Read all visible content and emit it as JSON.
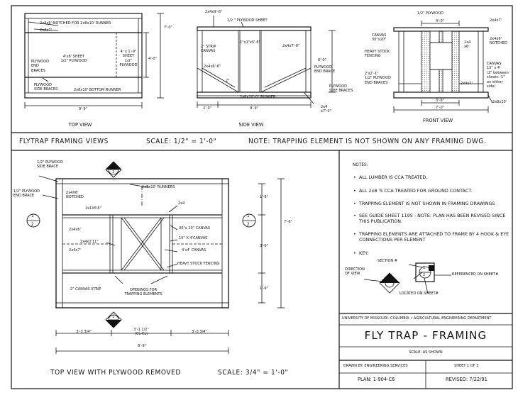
{
  "top_panel": {
    "top_view": {
      "caption": "TOP VIEW",
      "labels": {
        "notched": "2x4x6'-NOTCHED FOR 2x8x10' RUNNER",
        "two_by_four": "2x4x7'",
        "sheet_left": "4'x8' SHEET\n1/2\" PLYWOOD",
        "sheet_right": "4' x 1'-9\"\nSHEET\n1/2\"\nPLYWOOD",
        "end_braces": "PLYWOOD\nEND\nBRACES",
        "side_braces": "PLYWOOD\nSIDE BRACES",
        "runner": "2x8x10' BOTTOM RUNNER"
      },
      "dims": {
        "height": "7'-0\"",
        "inner": "4'-0\"",
        "width": "9'-9\""
      }
    },
    "side_view": {
      "caption": "SIDE VIEW",
      "labels": {
        "top_2x4": "2x4x9'-6\"",
        "plywood_sheet": "1/2 \" PLYWOOD SHEET",
        "strip_canvas": "2\" STRIP\nCANVAS",
        "one_by_one": "1\"x1\"x5'-6\"",
        "two_by_four_7": "2x4x7'-0\"",
        "two_by_four_6": "2x4x6'-6\"",
        "six_foot": "6'-0\"",
        "end_brace": "PLYWOOD\nEND BRACE",
        "side_braces": "PLYWOOD\nSIDE BRACES",
        "two_inch": "2\"",
        "runner": "2x8x10'-0\" RUNNER",
        "two_by_four_bottom": "2x4\nx7'-0\""
      },
      "dims": {
        "left": "2'-0\"",
        "width": "9'-9\""
      }
    },
    "front_view": {
      "caption": "FRONT VIEW",
      "labels": {
        "plywood": "1/2\" PLYWOOD",
        "four_ft": "4'-0\"",
        "canvas": "CANVAS\n30\"x20\"",
        "heavy_stock": "HEAVY STOCK\nFENCING",
        "two_by_two": "2'x2'-1\"\n1/2\" PLYWOOD\nEND BRACES",
        "two_by_four_7": "2x4x7'",
        "notched": "2x4x6'\nNOTCHED",
        "two_by_four_6": "2x4\nx6'",
        "canvas_15": "CANVAS\n15\" x 4'\n(2\" between\nsheets -1\"\non either\nside)",
        "two_by_four_bottom": "2x4x7'",
        "runner": "2x8x10'"
      },
      "dims": {
        "inner": "3'-6\"",
        "width": "7'-0\""
      }
    }
  },
  "band": {
    "title": "FLYTRAP FRAMING VIEWS",
    "scale": "SCALE: 1/2\" = 1'-0\"",
    "note": "NOTE: TRAPPING ELEMENT IS NOT SHOWN ON ANY FRAMING DWG."
  },
  "plan": {
    "caption": "TOP VIEW WITH PLYWOOD REMOVED",
    "scale": "SCALE: 3/4\" = 1'-0\"",
    "labels": {
      "side_brace": "1/2\" PLYWOOD\nSIDE BRACE",
      "end_brace": "1/2\" PLYWOOD\nEND BRACE",
      "notched": "2x4X6'\nNOTCHED",
      "runners": "2x8x10' RUNNERS",
      "two_by_four": "2x4",
      "one_by_one": "1x1X5'6\"",
      "two_by_six": "2x4x6'",
      "canvas_30": "30\"x 20\" CANVAS",
      "two_by_two": "2x4x2'11\"",
      "canvas_15": "15\" X 4'CANVAS",
      "two_by_seven": "2x4x7'",
      "canvas_4": "4'x4' CANVAS",
      "heavy_fencing": "HEAVY STOCK FENCING",
      "strip": "2\" CANVAS STRIP",
      "openings": "OPENINGS FOR\nTRAPPING ELEMENTS"
    },
    "dims": {
      "top": "1'-9\"",
      "total": "7'-6\"",
      "middle": "3'-6\"",
      "bottom": "1'-9\"",
      "left": "3'-3 3/4\"",
      "center": "3'-1 1/2\"\n(CL-CL)",
      "right": "3'-3 3/4\"",
      "width": "9'-9\""
    },
    "markers": {
      "section": "1",
      "sheet": "2"
    }
  },
  "notes": {
    "heading": "NOTES:",
    "items": [
      "ALL LUMBER IS CCA TREATED.",
      "ALL 2x8 'S CCA TREATED FOR GROUND CONTACT.",
      "TRAPPING ELEMENT IS NOT SHOWN IN FRAMING DRAWINGS",
      "SEE GUIDE SHEET 1195 - NOTE: PLAN HAS BEEN REVISED SINCE THIS PUBLICATION.",
      "TRAPPING ELEMENTS ARE ATTACHED TO FRAME BY 4 HOOK & EYE CONNECTIONS PER ELEMENT",
      "KEY:"
    ],
    "key": {
      "section": "SECTION #",
      "direction": "DIRECTION\nOF VIEW",
      "referenced": "REFERENCED ON SHEET#",
      "located": "LOCATED ON SHEET#",
      "num_top": "1",
      "num_bottom": "2"
    }
  },
  "title_block": {
    "institution": "UNIVERSITY OF MISSOURI- COLUMBIA • AGRICULTURAL ENGINEERING DEPARTMENT",
    "title": "FLY TRAP - FRAMING",
    "scale": "SCALE: AS SHOWN",
    "drawn_by": "DRAWN BY: ENGINEERING SERVICES",
    "sheet": "SHEET 1 OF 3",
    "plan": "PLAN: 1-904-C6",
    "revised": "REVISED: 7/22/91"
  }
}
